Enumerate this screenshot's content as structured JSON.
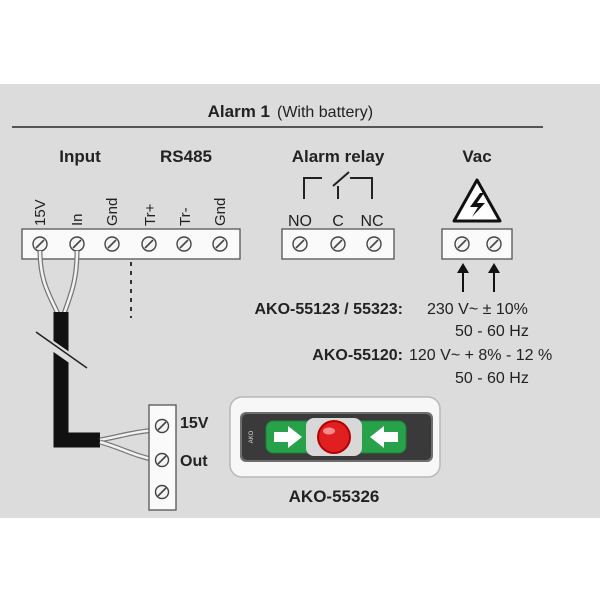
{
  "title": {
    "main": "Alarm 1",
    "note": "(With battery)"
  },
  "sections": {
    "input": "Input",
    "rs485": "RS485",
    "alarm_relay": "Alarm relay",
    "vac": "Vac"
  },
  "terminals": {
    "input": [
      "15V",
      "In",
      "Gnd"
    ],
    "rs485": [
      "Tr+",
      "Tr-",
      "Gnd"
    ],
    "relay": [
      "NO",
      "C",
      "NC"
    ]
  },
  "specs": {
    "model_a": "AKO-55123 / 55323:",
    "model_a_voltage": "230 V~ ± 10%",
    "model_a_freq": "50 - 60 Hz",
    "model_b": "AKO-55120:",
    "model_b_voltage": "120 V~ + 8% - 12 %",
    "model_b_freq": "50 - 60 Hz"
  },
  "device": {
    "terminal_15v": "15V",
    "terminal_out": "Out",
    "badge": "AKO",
    "model": "AKO-55326"
  },
  "colors": {
    "panel": "#dcdcdc",
    "button_green": "#27a24a",
    "button_red": "#e02020",
    "wire": "#111111"
  },
  "icons": [
    "high-voltage-warning-icon",
    "arrow-up-icon",
    "arrow-right-icon",
    "arrow-left-icon",
    "screw-terminal-icon"
  ]
}
